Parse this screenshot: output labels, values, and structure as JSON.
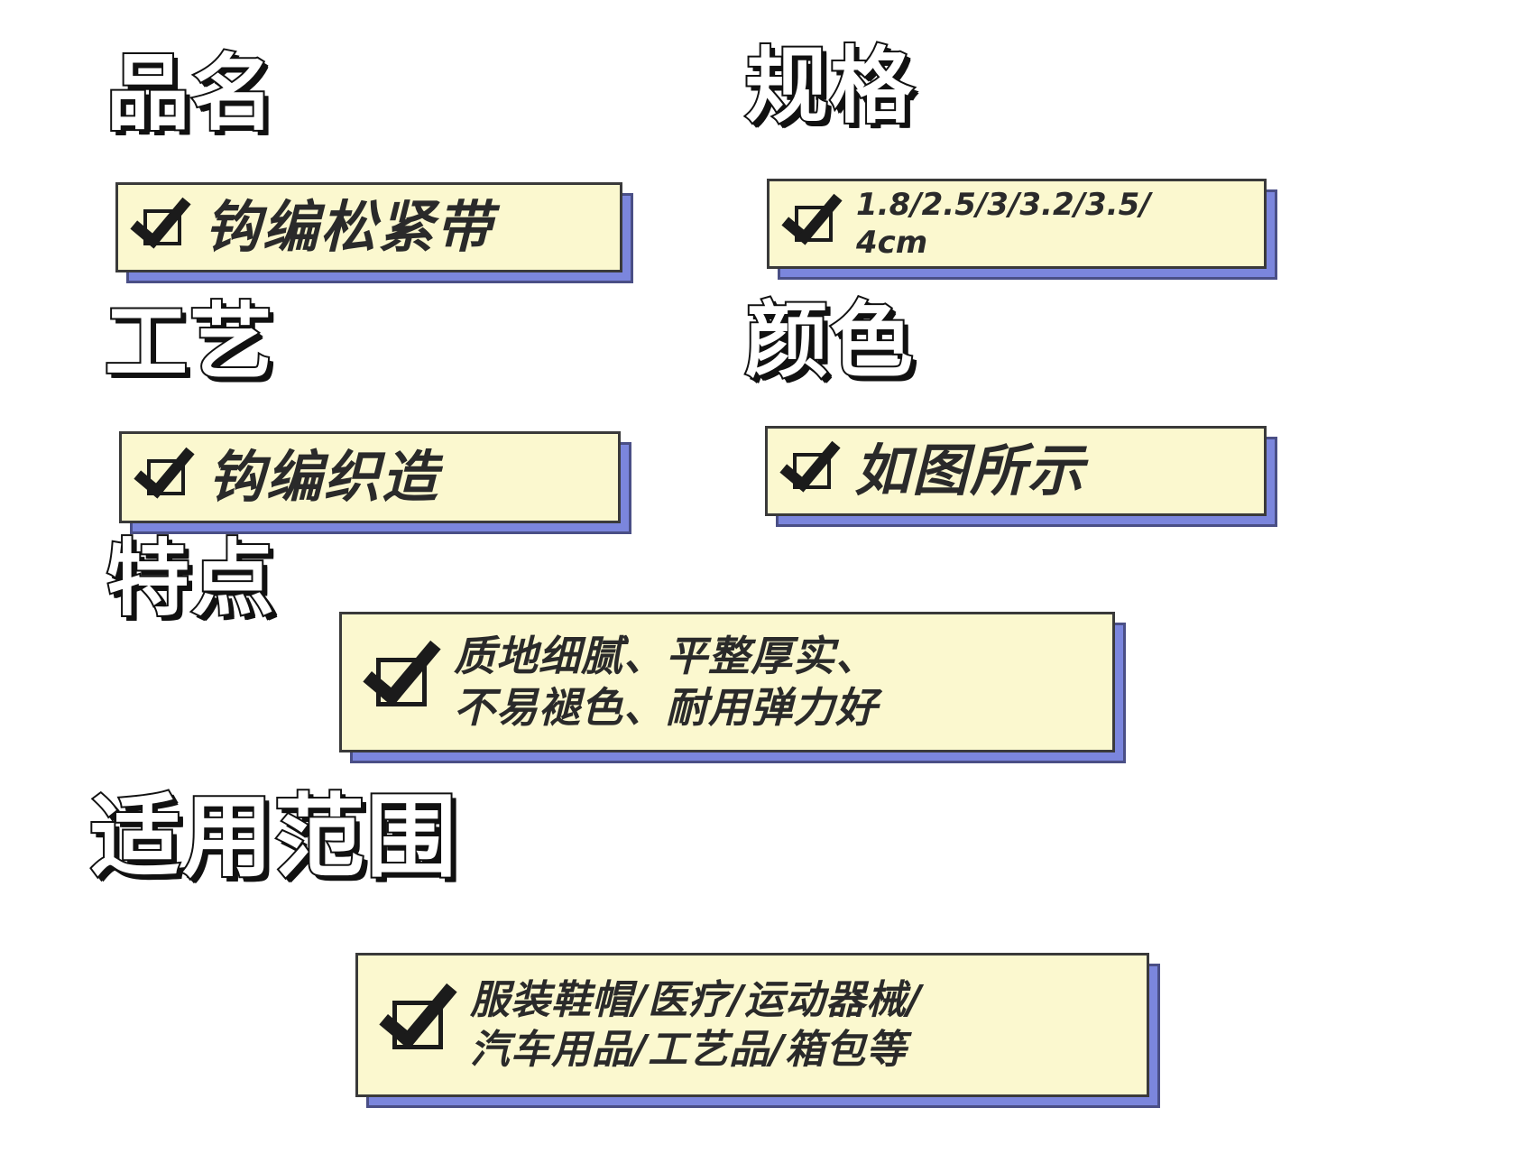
{
  "sections": {
    "name": {
      "heading": "品名",
      "text": "钩编松紧带"
    },
    "spec": {
      "heading": "规格",
      "lines": [
        "1.8/2.5/3/3.2/3.5/",
        "4cm"
      ]
    },
    "craft": {
      "heading": "工艺",
      "text": "钩编织造"
    },
    "color": {
      "heading": "颜色",
      "text": "如图所示"
    },
    "features": {
      "heading": "特点",
      "lines": [
        "质地细腻、平整厚实、",
        "不易褪色、耐用弹力好"
      ]
    },
    "usage": {
      "heading": "适用范围",
      "lines": [
        "服装鞋帽/医疗/运动器械/",
        "汽车用品/工艺品/箱包等"
      ]
    }
  },
  "colors": {
    "card_fill": "#fbf8cf",
    "card_shadow": "#7b86dd",
    "text_dark": "#2a2a2a"
  },
  "icons": {
    "check": "checkbox-checked-icon"
  }
}
